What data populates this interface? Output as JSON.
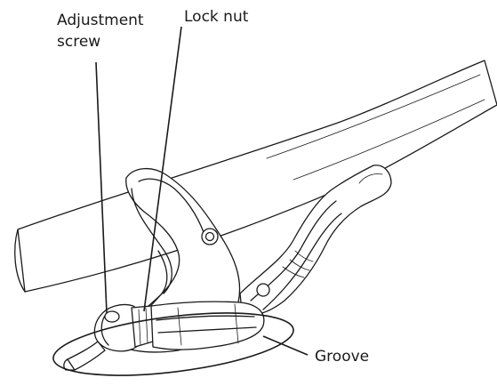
{
  "diagram": {
    "labels": {
      "adjustment_screw_line1": "Adjustment",
      "adjustment_screw_line2": "screw",
      "lock_nut": "Lock nut",
      "groove": "Groove"
    }
  }
}
